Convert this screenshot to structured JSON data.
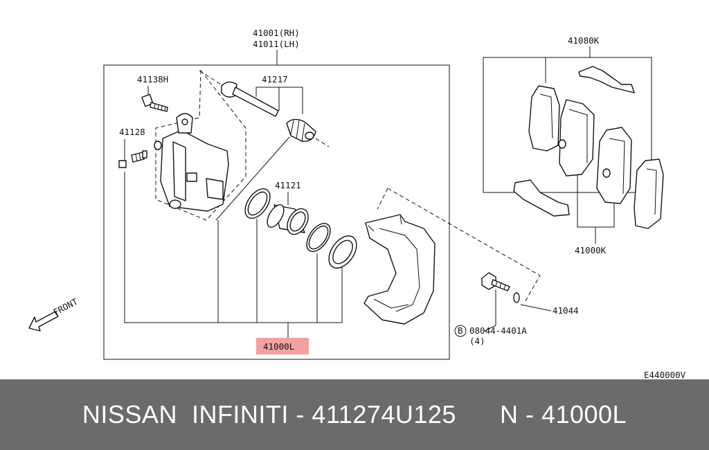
{
  "labels": {
    "caliper_rh": "41001(RH)",
    "caliper_lh": "41011(LH)",
    "bolt": "41138H",
    "bleeder": "41128",
    "pin": "41217",
    "piston": "41121",
    "assembly": "41000L",
    "pad_kit": "41080K",
    "pad_set": "41000K",
    "washer": "41044",
    "bolt_b": "08044-4401A",
    "bolt_qty": "(4)",
    "bolt_marker": "B",
    "front": "FRONT",
    "diagram_code": "E440000V"
  },
  "highlight_color": "#f4a0a0",
  "footer": {
    "text": "NISSAN  INFINITI - 411274U125      N - 41000L",
    "background": "#6b6b6b"
  }
}
